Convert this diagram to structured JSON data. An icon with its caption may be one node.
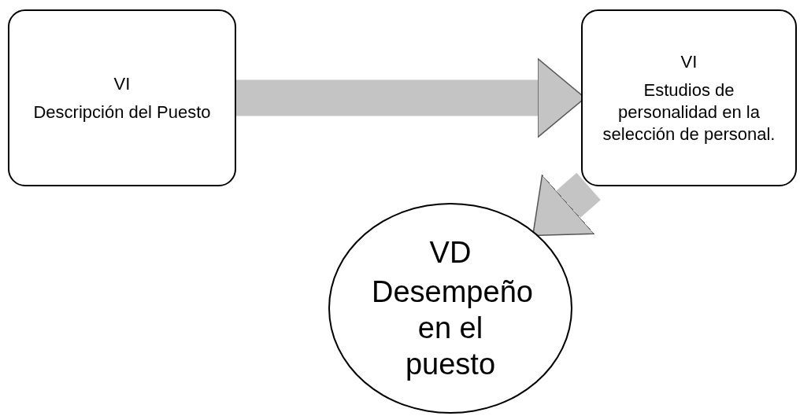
{
  "diagram": {
    "nodes": [
      {
        "text": [
          "VI",
          "Descripción del Puesto"
        ]
      },
      {
        "text": [
          "VI",
          "Estudios de personalidad en la selección de personal."
        ]
      },
      {
        "text": [
          "VD",
          "Desempeño en el puesto"
        ]
      }
    ],
    "edges": [
      {
        "from": 0,
        "to": 1,
        "arrow": "to"
      },
      {
        "from": 1,
        "to": 2,
        "arrow": "to"
      }
    ]
  }
}
